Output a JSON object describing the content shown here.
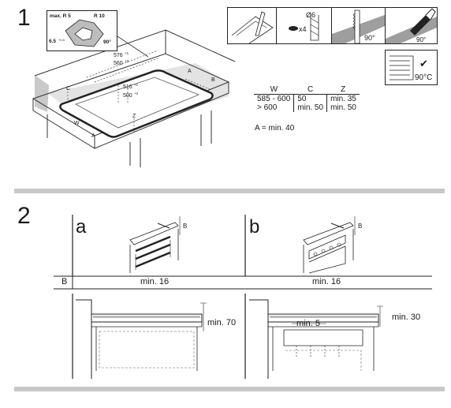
{
  "steps": [
    {
      "number": "1"
    },
    {
      "number": "2"
    }
  ],
  "detail_inset": {
    "radius_max_label": "max. R 5",
    "radius_label": "R 10",
    "depth_label": "6.5",
    "depth_tolerance": "+0.5",
    "angle_label": "90°"
  },
  "cutout_dimensions": {
    "width_outer": "576",
    "width_outer_tol": "+1",
    "width_inner": "560",
    "width_inner_tol": "+2",
    "depth_outer": "516",
    "depth_outer_tol": "+1",
    "depth_inner": "500",
    "depth_inner_tol": "+2",
    "label_a": "A",
    "label_b": "B",
    "label_c": "C",
    "label_w": "W",
    "label_z": "Z"
  },
  "tool_panels": {
    "drill_diameter": "Ø6",
    "drill_count": "x4",
    "angle_saw": "90°",
    "angle_seal": "90°",
    "temperature": "90°C",
    "check_mark": "✔"
  },
  "dimension_table": {
    "headers": [
      "W",
      "C",
      "Z"
    ],
    "rows": [
      [
        "585 - 600",
        "50",
        "min. 35"
      ],
      [
        "> 600",
        "min. 50",
        "min. 50"
      ]
    ],
    "note": "A = min. 40"
  },
  "installation": {
    "variants": [
      {
        "letter": "a",
        "b_label": "B",
        "min_label": "min. 16",
        "side_label": "min. 70"
      },
      {
        "letter": "b",
        "b_label": "B",
        "min_label": "min. 16",
        "side_label": "min. 30",
        "gap_label": "min. 5"
      }
    ],
    "row_label": "B"
  }
}
